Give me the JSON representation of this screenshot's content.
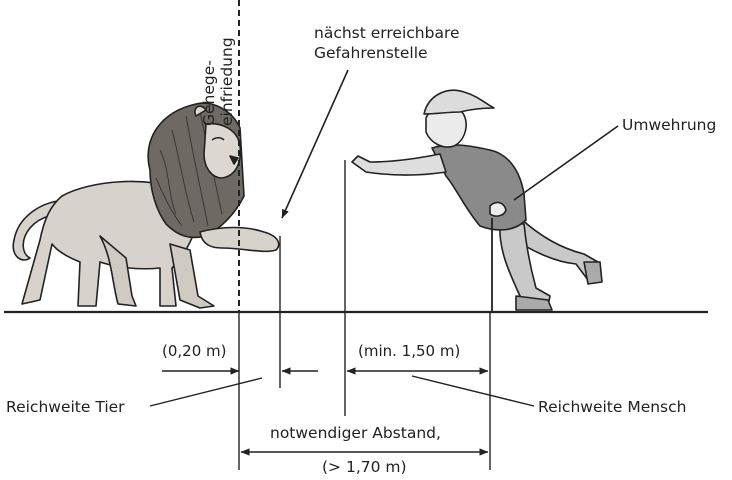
{
  "labels": {
    "enclosure_line1": "Gehege-",
    "enclosure_line2": "einfriedung",
    "danger_line1": "nächst erreichbare",
    "danger_line2": "Gefahrenstelle",
    "barrier": "Umwehrung",
    "animal_reach": "Reichweite Tier",
    "human_reach": "Reichweite Mensch",
    "animal_reach_value": "(0,20 m)",
    "human_reach_value": "(min. 1,50 m)",
    "distance_line1": "notwendiger Abstand,",
    "distance_line2": "(> 1,70 m)"
  },
  "colors": {
    "ink": "#222222",
    "lion_body": "#d7d3cc",
    "lion_mane": "#6e6a63",
    "shirt": "#8a8a8a",
    "pants": "#c9c9c9",
    "cap": "#dcdcdc"
  },
  "figures": {
    "left": "lion-illustration",
    "right": "boy-leaning-over-barrier-illustration"
  }
}
